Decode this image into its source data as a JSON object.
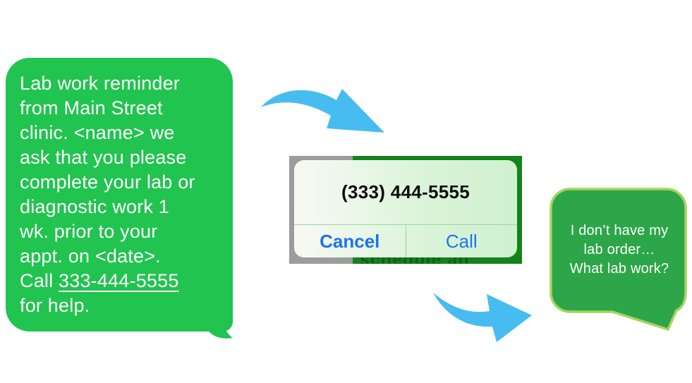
{
  "left_message": {
    "lines": [
      "Lab work reminder",
      "from Main Street",
      "clinic. <name> we",
      "ask that you please",
      "complete your lab or",
      "diagnostic work 1",
      "wk. prior to your",
      "appt. on <date>."
    ],
    "call_line_prefix": "Call ",
    "phone_link": "333-444-5555",
    "closing_line": "for help.",
    "bubble_color": "#21C44F",
    "text_color": "#FFFFFF"
  },
  "call_dialog": {
    "phone_number": "(333) 444-5555",
    "cancel_label": "Cancel",
    "call_label": "Call",
    "background_text": "schedule an",
    "frame_gray_color": "#9C9C9C",
    "frame_green_color": "#15821C",
    "panel_tint_color": "#D5F2D4",
    "button_text_color": "#1D72F3"
  },
  "reply_message": {
    "lines": [
      "I don’t have my",
      "lab order…",
      "What lab work?"
    ],
    "bubble_color": "#2CA648",
    "border_color": "#A6D35F",
    "text_color": "#FFFFFF"
  },
  "arrows": {
    "color": "#47BCF0"
  }
}
